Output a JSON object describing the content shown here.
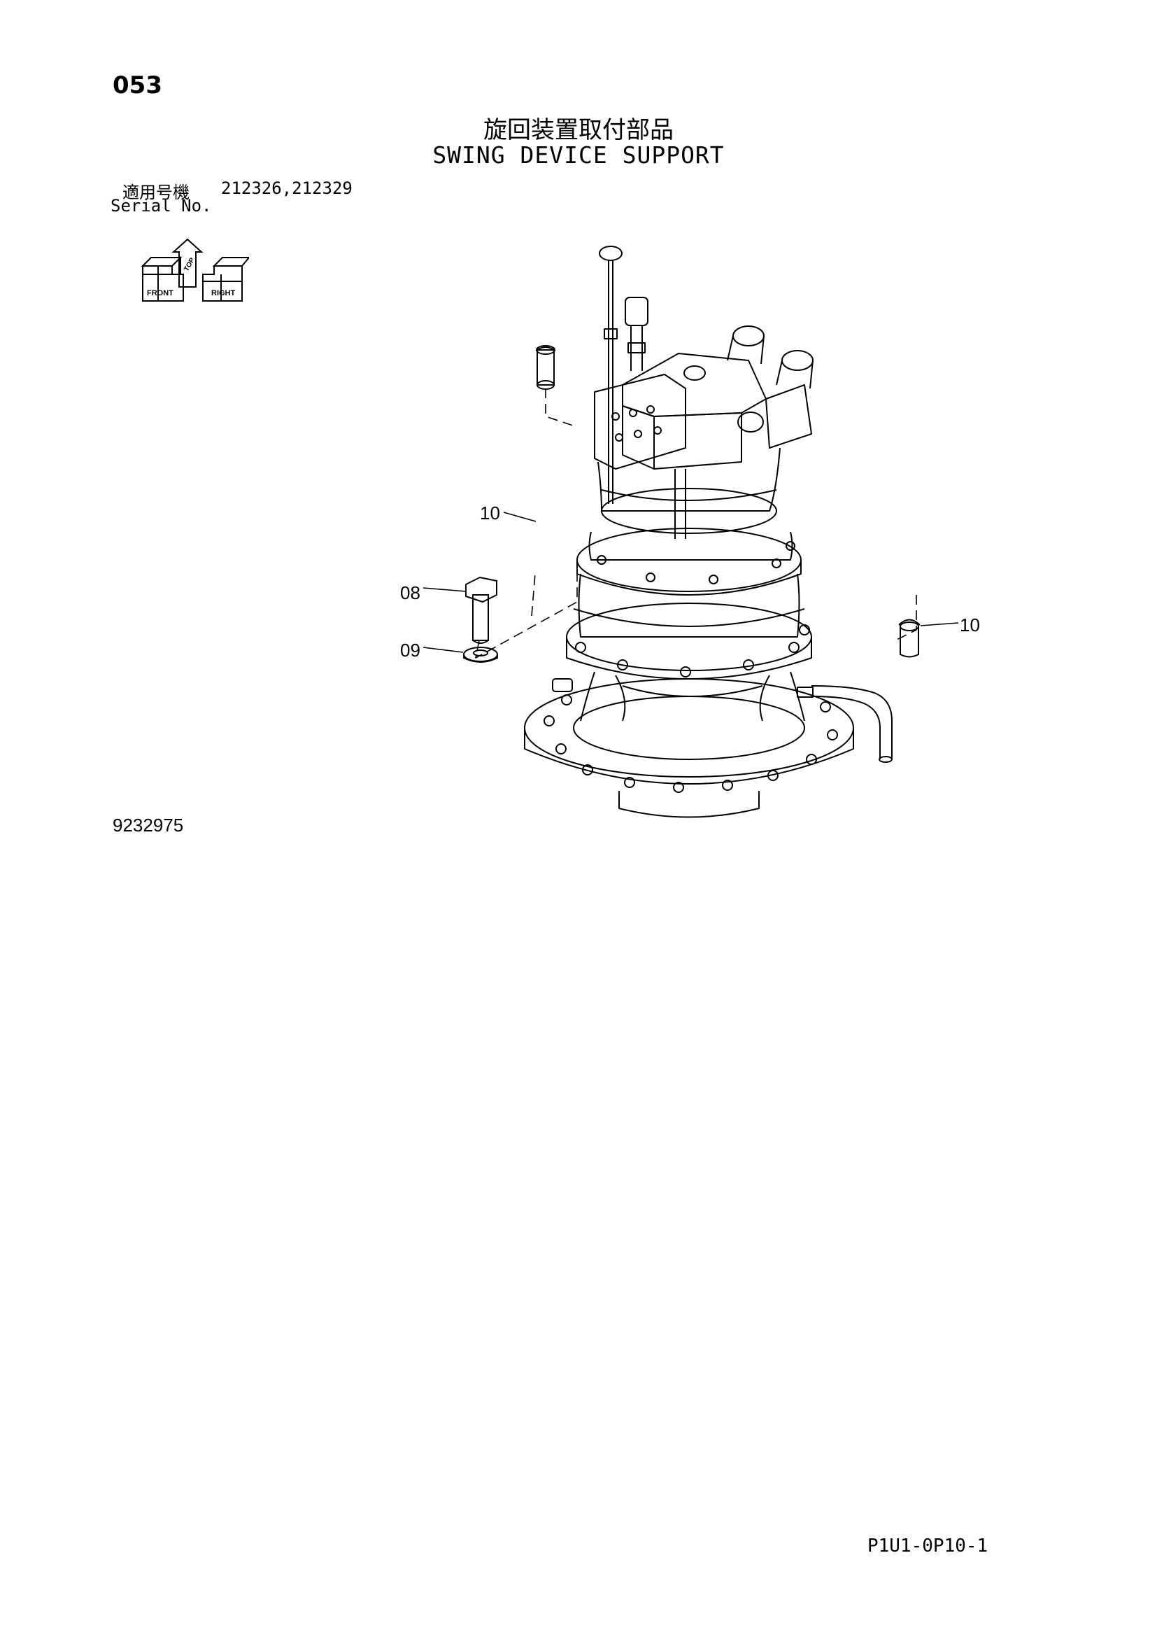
{
  "page_number": "053",
  "title": {
    "japanese": "旋回装置取付部品",
    "english": "SWING DEVICE SUPPORT"
  },
  "serial": {
    "label_jp": "適用号機",
    "label_en": "Serial No.",
    "values": "212326,212329"
  },
  "orientation_icon": {
    "labels": [
      "FRONT",
      "RIGHT",
      "TOP"
    ]
  },
  "callouts": [
    {
      "id": "c1",
      "label": "10"
    },
    {
      "id": "c2",
      "label": "08"
    },
    {
      "id": "c3",
      "label": "09"
    },
    {
      "id": "c4",
      "label": "10"
    }
  ],
  "figure_number": "9232975",
  "document_code": "P1U1-0P10-1"
}
